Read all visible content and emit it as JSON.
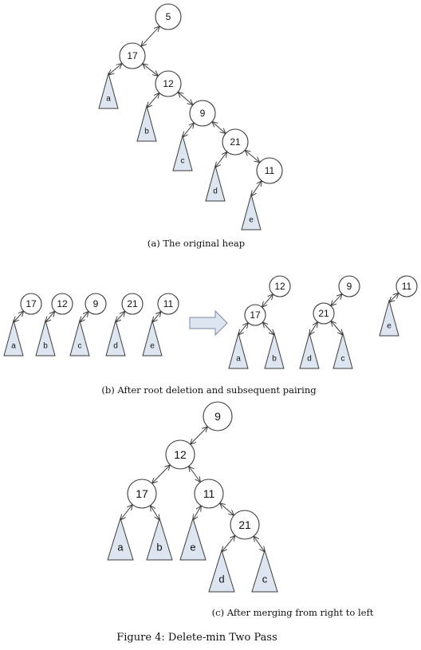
{
  "figure": {
    "title": "Figure 4: Delete-min Two Pass",
    "panels": [
      {
        "id": "a",
        "caption": "(a) The original heap",
        "nodes": [
          {
            "id": "n5",
            "label": "5"
          },
          {
            "id": "n17",
            "label": "17"
          },
          {
            "id": "n12",
            "label": "12"
          },
          {
            "id": "n9",
            "label": "9"
          },
          {
            "id": "n21",
            "label": "21"
          },
          {
            "id": "n11",
            "label": "11"
          }
        ],
        "subtrees": [
          {
            "id": "ta",
            "label": "a"
          },
          {
            "id": "tb",
            "label": "b"
          },
          {
            "id": "tc",
            "label": "c"
          },
          {
            "id": "td",
            "label": "d"
          },
          {
            "id": "te",
            "label": "e"
          }
        ],
        "edges": [
          [
            "n5",
            "n17"
          ],
          [
            "n17",
            "ta"
          ],
          [
            "n17",
            "n12"
          ],
          [
            "n12",
            "tb"
          ],
          [
            "n12",
            "n9"
          ],
          [
            "n9",
            "tc"
          ],
          [
            "n9",
            "n21"
          ],
          [
            "n21",
            "td"
          ],
          [
            "n21",
            "n11"
          ],
          [
            "n11",
            "te"
          ]
        ]
      },
      {
        "id": "b",
        "caption": "(b) After root deletion and subsequent pairing",
        "nodes": [
          {
            "id": "l17",
            "label": "17"
          },
          {
            "id": "l12",
            "label": "12"
          },
          {
            "id": "l9",
            "label": "9"
          },
          {
            "id": "l21",
            "label": "21"
          },
          {
            "id": "l11",
            "label": "11"
          },
          {
            "id": "r12",
            "label": "12"
          },
          {
            "id": "r17",
            "label": "17"
          },
          {
            "id": "r9",
            "label": "9"
          },
          {
            "id": "r21",
            "label": "21"
          },
          {
            "id": "r11",
            "label": "11"
          }
        ],
        "subtrees": [
          {
            "id": "la",
            "label": "a"
          },
          {
            "id": "lb",
            "label": "b"
          },
          {
            "id": "lc",
            "label": "c"
          },
          {
            "id": "ld",
            "label": "d"
          },
          {
            "id": "le",
            "label": "e"
          },
          {
            "id": "ra",
            "label": "a"
          },
          {
            "id": "rb",
            "label": "b"
          },
          {
            "id": "rd",
            "label": "d"
          },
          {
            "id": "rc",
            "label": "c"
          },
          {
            "id": "re",
            "label": "e"
          }
        ],
        "edges": [
          [
            "l17",
            "la"
          ],
          [
            "l12",
            "lb"
          ],
          [
            "l9",
            "lc"
          ],
          [
            "l21",
            "ld"
          ],
          [
            "l11",
            "le"
          ],
          [
            "r12",
            "r17"
          ],
          [
            "r17",
            "ra"
          ],
          [
            "r17",
            "rb"
          ],
          [
            "r9",
            "r21"
          ],
          [
            "r21",
            "rd"
          ],
          [
            "r21",
            "rc"
          ],
          [
            "r11",
            "re"
          ]
        ]
      },
      {
        "id": "c",
        "caption": "(c) After merging from right to left",
        "nodes": [
          {
            "id": "c9",
            "label": "9"
          },
          {
            "id": "c12",
            "label": "12"
          },
          {
            "id": "c17",
            "label": "17"
          },
          {
            "id": "c11",
            "label": "11"
          },
          {
            "id": "c21",
            "label": "21"
          }
        ],
        "subtrees": [
          {
            "id": "ca",
            "label": "a"
          },
          {
            "id": "cb",
            "label": "b"
          },
          {
            "id": "ce",
            "label": "e"
          },
          {
            "id": "cd",
            "label": "d"
          },
          {
            "id": "cc",
            "label": "c"
          }
        ],
        "edges": [
          [
            "c9",
            "c12"
          ],
          [
            "c12",
            "c17"
          ],
          [
            "c12",
            "c11"
          ],
          [
            "c17",
            "ca"
          ],
          [
            "c17",
            "cb"
          ],
          [
            "c11",
            "ce"
          ],
          [
            "c11",
            "c21"
          ],
          [
            "c21",
            "cd"
          ],
          [
            "c21",
            "cc"
          ]
        ]
      }
    ]
  }
}
